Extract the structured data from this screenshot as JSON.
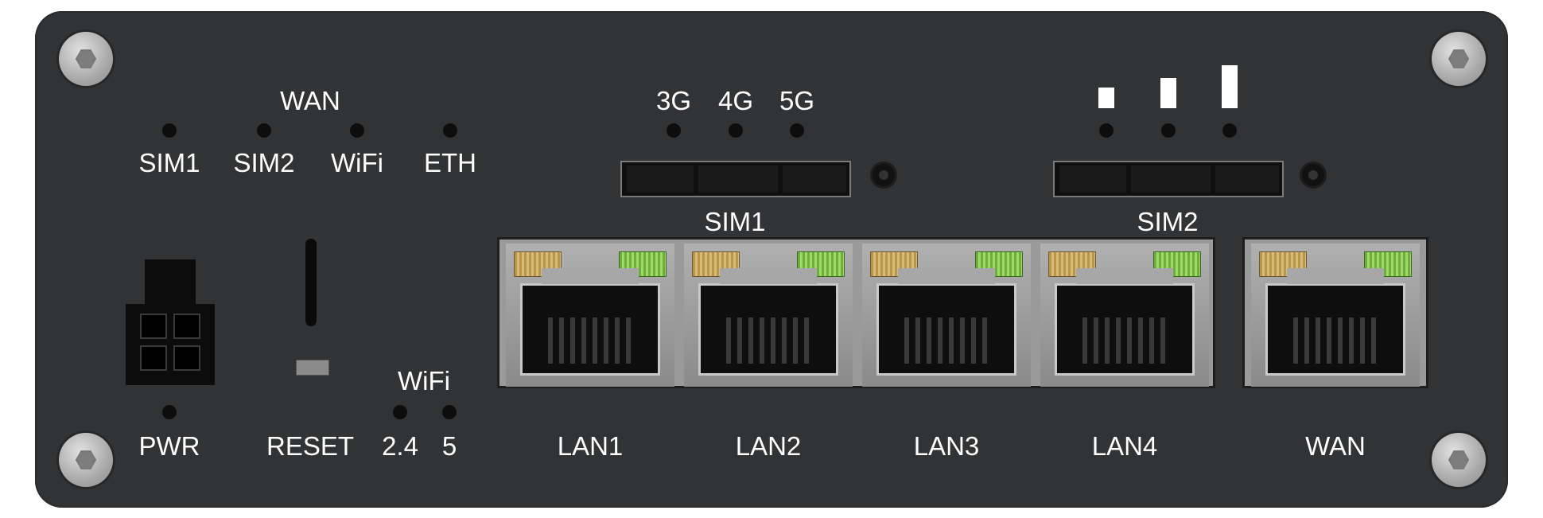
{
  "labels": {
    "wan_title": "WAN",
    "sim1": "SIM1",
    "sim2": "SIM2",
    "wifi": "WiFi",
    "eth": "ETH",
    "g3": "3G",
    "g4": "4G",
    "g5": "5G",
    "sim1_slot": "SIM1",
    "sim2_slot": "SIM2",
    "pwr": "PWR",
    "reset": "RESET",
    "wifi_title": "WiFi",
    "wifi_24": "2.4",
    "wifi_5": "5",
    "lan1": "LAN1",
    "lan2": "LAN2",
    "lan3": "LAN3",
    "lan4": "LAN4",
    "wan_port": "WAN"
  },
  "colors": {
    "panel": "#323335",
    "text": "#ffffff",
    "led_green": "#8fce55",
    "led_yellow": "#cfb068"
  }
}
